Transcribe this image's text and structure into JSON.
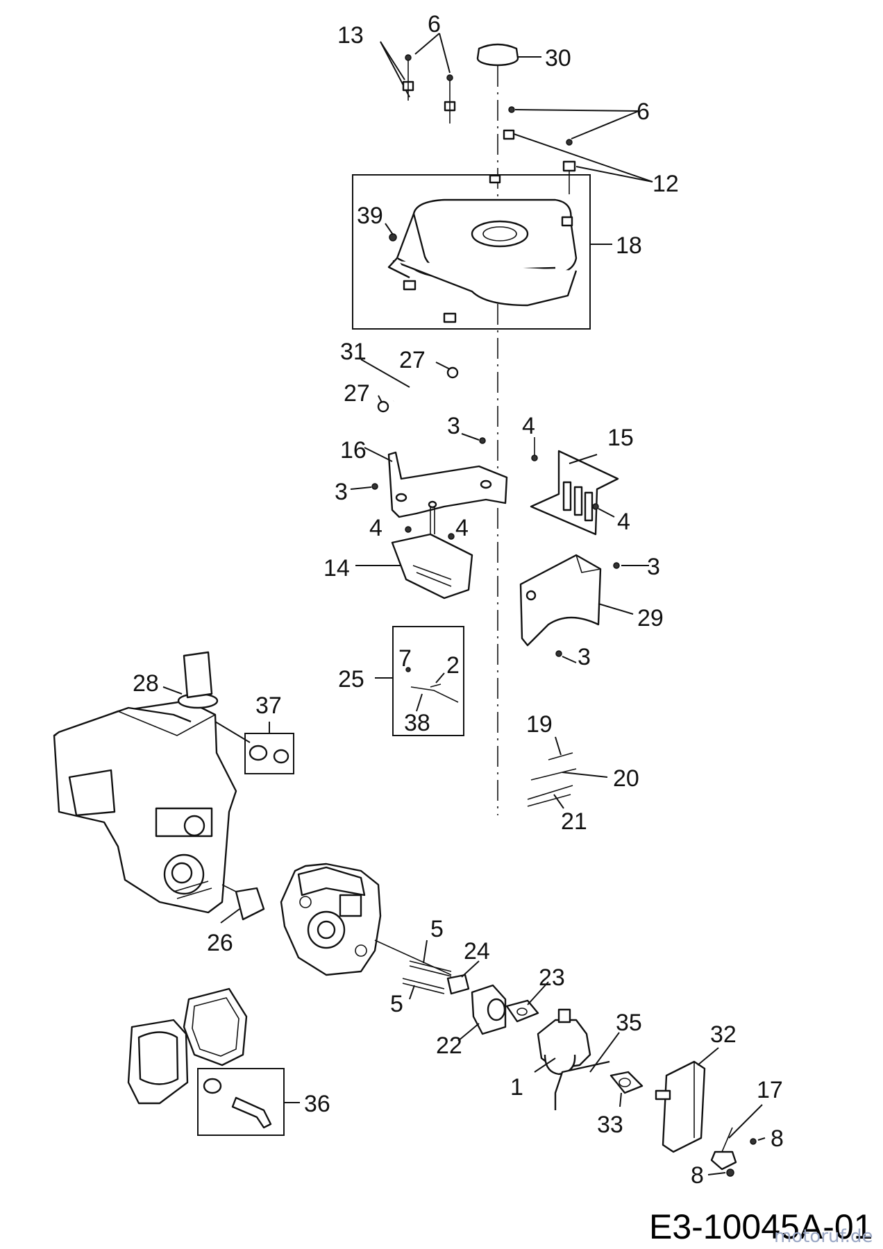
{
  "diagram": {
    "callouts": [
      "13",
      "6",
      "30",
      "6",
      "12",
      "39",
      "18",
      "31",
      "27",
      "27",
      "3",
      "4",
      "15",
      "16",
      "3",
      "4",
      "4",
      "4",
      "14",
      "3",
      "29",
      "3",
      "25",
      "7",
      "2",
      "38",
      "19",
      "20",
      "21",
      "28",
      "37",
      "26",
      "5",
      "24",
      "23",
      "5",
      "22",
      "35",
      "32",
      "1",
      "33",
      "17",
      "8",
      "8",
      "36"
    ],
    "drawing_code": "E3-10045A-01",
    "watermark": "motoruf.de"
  }
}
